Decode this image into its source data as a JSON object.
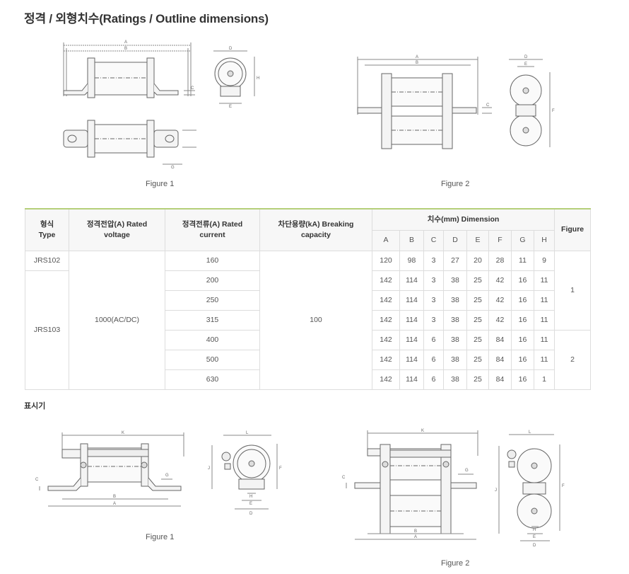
{
  "page": {
    "title": "정격 / 외형치수(Ratings / Outline dimensions)",
    "marking_title": "표시기"
  },
  "figures": {
    "top_fig1": "Figure 1",
    "top_fig2": "Figure 2",
    "bottom_fig1": "Figure 1",
    "bottom_fig2": "Figure 2"
  },
  "dim_letters": {
    "A": "A",
    "B": "B",
    "C": "C",
    "D": "D",
    "E": "E",
    "F": "F",
    "G": "G",
    "H": "H",
    "J": "J",
    "K": "K",
    "L": "L"
  },
  "table": {
    "headers": {
      "type": "형식\nType",
      "voltage": "정격전압(A) Rated\nvoltage",
      "current": "정격전류(A) Rated\ncurrent",
      "breaking": "차단용량(kA) Breaking\ncapacity",
      "dimension": "치수(mm) Dimension",
      "figure": "Figure"
    },
    "dim_columns": [
      "A",
      "B",
      "C",
      "D",
      "E",
      "F",
      "G",
      "H"
    ],
    "types": [
      "JRS102",
      "JRS103"
    ],
    "voltage": "1000(AC/DC)",
    "breaking": "100",
    "figures": [
      "1",
      "2"
    ],
    "rows": [
      {
        "current": "160",
        "dims": [
          "120",
          "98",
          "3",
          "27",
          "20",
          "28",
          "11",
          "9"
        ]
      },
      {
        "current": "200",
        "dims": [
          "142",
          "114",
          "3",
          "38",
          "25",
          "42",
          "16",
          "11"
        ]
      },
      {
        "current": "250",
        "dims": [
          "142",
          "114",
          "3",
          "38",
          "25",
          "42",
          "16",
          "11"
        ]
      },
      {
        "current": "315",
        "dims": [
          "142",
          "114",
          "3",
          "38",
          "25",
          "42",
          "16",
          "11"
        ]
      },
      {
        "current": "400",
        "dims": [
          "142",
          "114",
          "6",
          "38",
          "25",
          "84",
          "16",
          "11"
        ]
      },
      {
        "current": "500",
        "dims": [
          "142",
          "114",
          "6",
          "38",
          "25",
          "84",
          "16",
          "11"
        ]
      },
      {
        "current": "630",
        "dims": [
          "142",
          "114",
          "6",
          "38",
          "25",
          "84",
          "16",
          "1"
        ]
      }
    ]
  }
}
